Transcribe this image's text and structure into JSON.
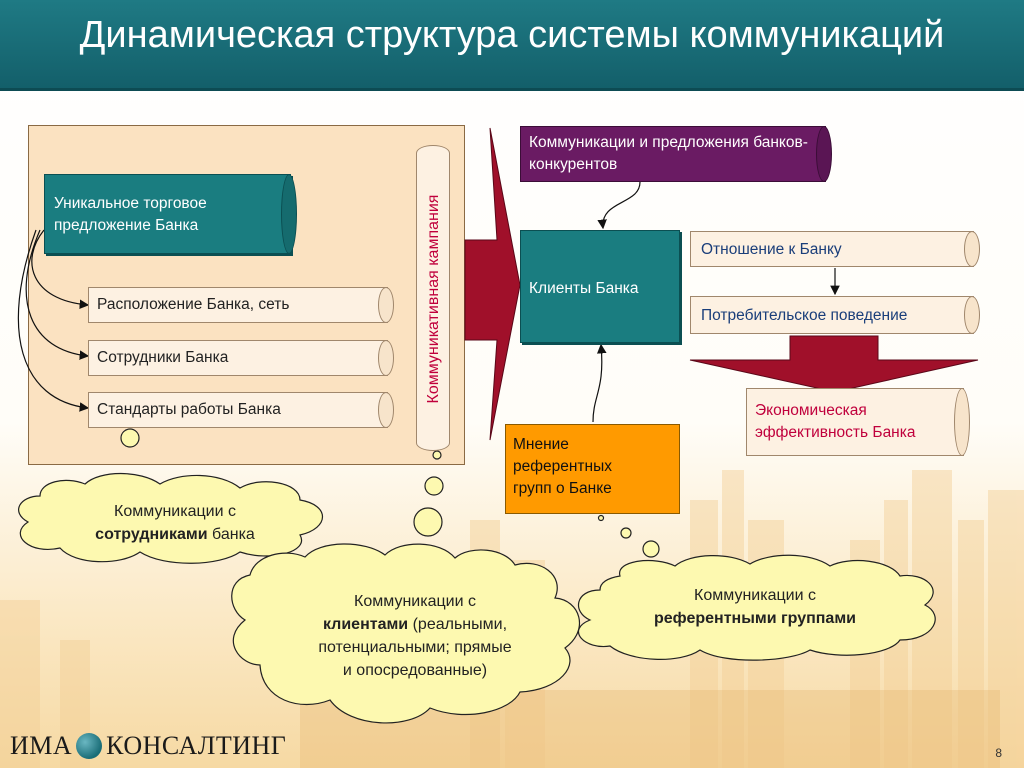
{
  "header": {
    "title": "Динамическая структура системы коммуникаций"
  },
  "left_panel": {
    "usp": "Уникальное торговое предложение Банка",
    "items": [
      "Расположение Банка, сеть",
      "Сотрудники Банка",
      "Стандарты работы Банка"
    ],
    "campaign": "Коммуникативная кампания"
  },
  "center": {
    "competitors": "Коммуникации и предложения банков-конкурентов",
    "clients": "Клиенты Банка",
    "reference": "Мнение референтных групп о Банке"
  },
  "right": {
    "attitude": "Отношение к Банку",
    "behavior": "Потребительское поведение",
    "efficiency": "Экономическая эффективность Банка"
  },
  "clouds": {
    "employees": {
      "pre": "Коммуникации с",
      "bold": "сотрудниками",
      "post": "банка"
    },
    "clients": {
      "pre": "Коммуникации с",
      "bold": "клиентами",
      "post1": "(реальными,",
      "line3": "потенциальными; прямые",
      "line4": "и опосредованные)"
    },
    "groups": {
      "pre": "Коммуникации с",
      "bold": "референтными группами"
    }
  },
  "footer": {
    "logo_left": "ИМА",
    "logo_right": "КОНСАЛТИНГ",
    "page_number": "8"
  },
  "colors": {
    "header": "#1a6d77",
    "teal": "#1a7d80",
    "purple": "#6a1b63",
    "orange": "#ff9a00",
    "arrow": "#a0102a",
    "cloud": "#fdf9b0"
  }
}
